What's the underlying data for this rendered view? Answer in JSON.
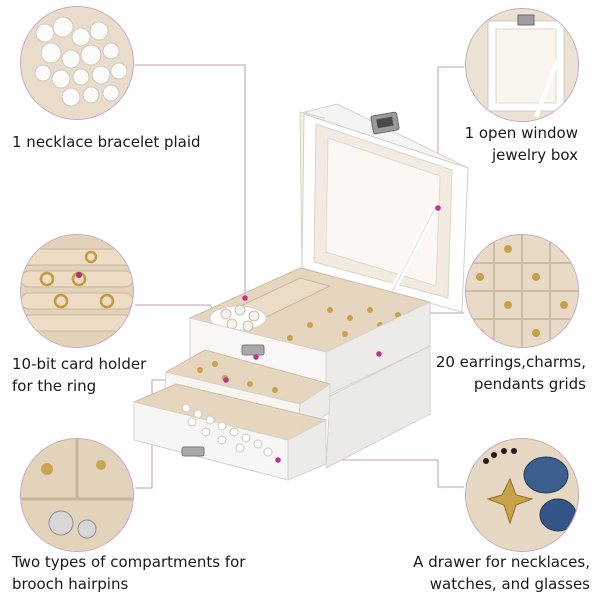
{
  "callouts": [
    {
      "id": "necklace-bracelet-plaid",
      "text": "1 necklace bracelet plaid"
    },
    {
      "id": "open-window",
      "text": "1 open window\njewelry box"
    },
    {
      "id": "card-holder-ring",
      "text": "10-bit card holder\nfor the ring"
    },
    {
      "id": "earrings-grids",
      "text": "20 earrings,charms,\npendants grids"
    },
    {
      "id": "brooch-compartments",
      "text": "Two types of compartments for\nbrooch hairpins"
    },
    {
      "id": "drawer-necklaces",
      "text": "A drawer for necklaces,\nwatches, and glasses"
    }
  ],
  "colors": {
    "leader_line": "#c79ab8",
    "dot": "#c2338f",
    "box_white": "#f7f6f4",
    "lining": "#e6d6c0"
  }
}
